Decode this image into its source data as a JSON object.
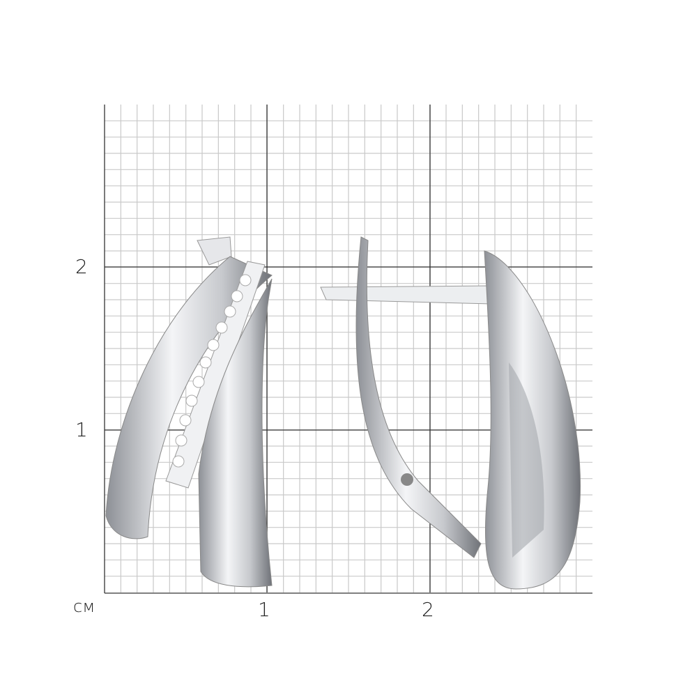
{
  "scale": {
    "unit": "см",
    "x_labels": [
      "1",
      "2"
    ],
    "y_labels": [
      "2",
      "1"
    ]
  },
  "colors": {
    "grid_minor": "#c9c9c9",
    "grid_major": "#333333",
    "metal": "#d9dadc"
  }
}
